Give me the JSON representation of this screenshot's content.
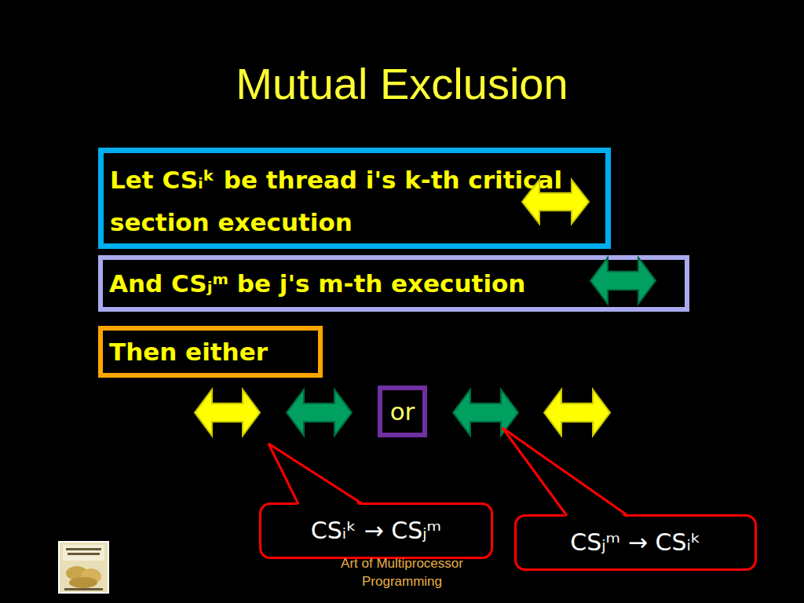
{
  "diagram": {
    "title": "Mutual Exclusion",
    "nodes": [
      {
        "text": [
          "Let CSᵢᵏ be thread i's k-th critical section execution"
        ]
      },
      {
        "text": [
          "And CSⱼᵐ be j's m-th execution"
        ]
      },
      {
        "text": [
          "Then either"
        ]
      },
      {
        "text": [
          "or"
        ]
      },
      {
        "text": [
          "CSᵢᵏ → CSⱼᵐ"
        ]
      },
      {
        "text": [
          "CSⱼᵐ → CSᵢᵏ"
        ]
      }
    ],
    "labels": [
      "Art of Multiprocessor Programming"
    ]
  }
}
